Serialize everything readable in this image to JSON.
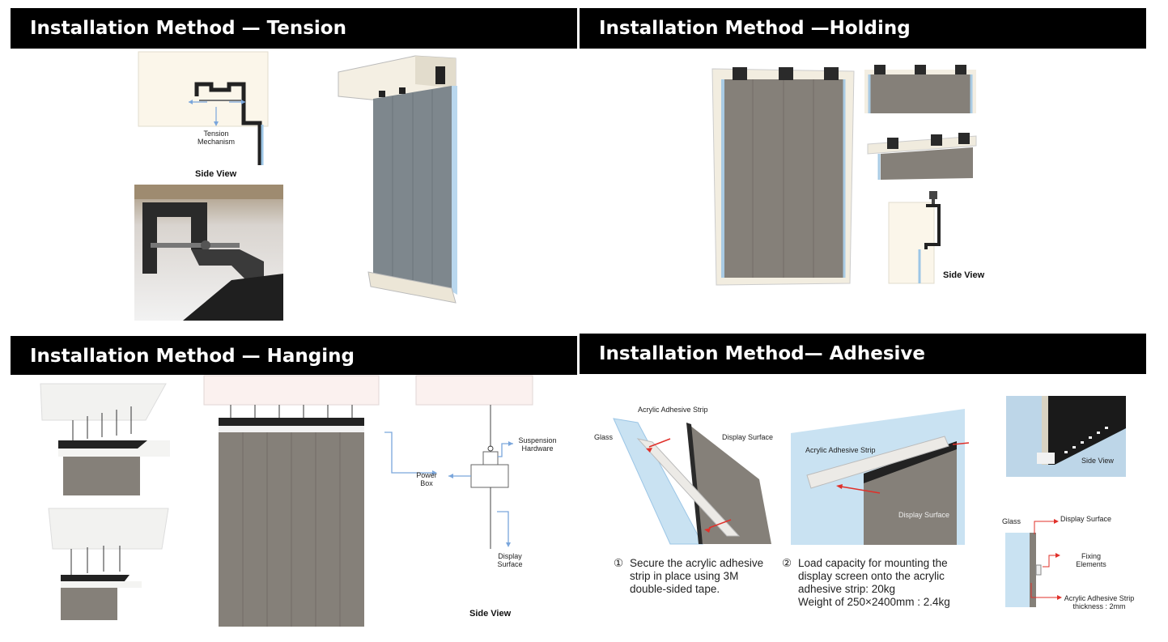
{
  "tension": {
    "title": "Installation Method — Tension",
    "mechanism_label_1": "Tension",
    "mechanism_label_2": "Mechanism",
    "side_view": "Side View"
  },
  "holding": {
    "title": "Installation Method —Holding",
    "side_view": "Side View"
  },
  "hanging": {
    "title": "Installation Method — Hanging",
    "suspension_1": "Suspension",
    "suspension_2": "Hardware",
    "power_1": "Power",
    "power_2": "Box",
    "display_1": "Display",
    "display_2": "Surface",
    "side_view": "Side View"
  },
  "adhesive": {
    "title": "Installation Method— Adhesive",
    "strip_label_top": "Acrylic Adhesive Strip",
    "glass_label": "Glass",
    "display_label_top": "Display Surface",
    "strip_label_mid": "Acrylic Adhesive Strip",
    "display_label_mid": "Display Surface",
    "side_view": "Side View",
    "diag_glass": "Glass",
    "diag_display": "Display Surface",
    "diag_fixing_1": "Fixing",
    "diag_fixing_2": "Elements",
    "diag_strip_1": "Acrylic Adhesive Strip",
    "diag_strip_2": "thickness : 2mm",
    "step1_num": "①",
    "step1_l1": "Secure the acrylic adhesive",
    "step1_l2": "strip in place using 3M",
    "step1_l3": "double-sided tape.",
    "step2_num": "②",
    "step2_l1": "Load capacity for mounting the",
    "step2_l2": "display screen onto the acrylic",
    "step2_l3": "adhesive strip: 20kg",
    "step2_l4": "Weight of 250×2400mm : 2.4kg"
  },
  "colors": {
    "header_bg": "#000000",
    "header_text": "#ffffff",
    "screen_gray": "#85807c",
    "glass_blue": "#c9e2f2",
    "arrow_blue": "#7aa6dc",
    "arrow_red": "#e0302a",
    "cream": "#fbf6ea"
  }
}
